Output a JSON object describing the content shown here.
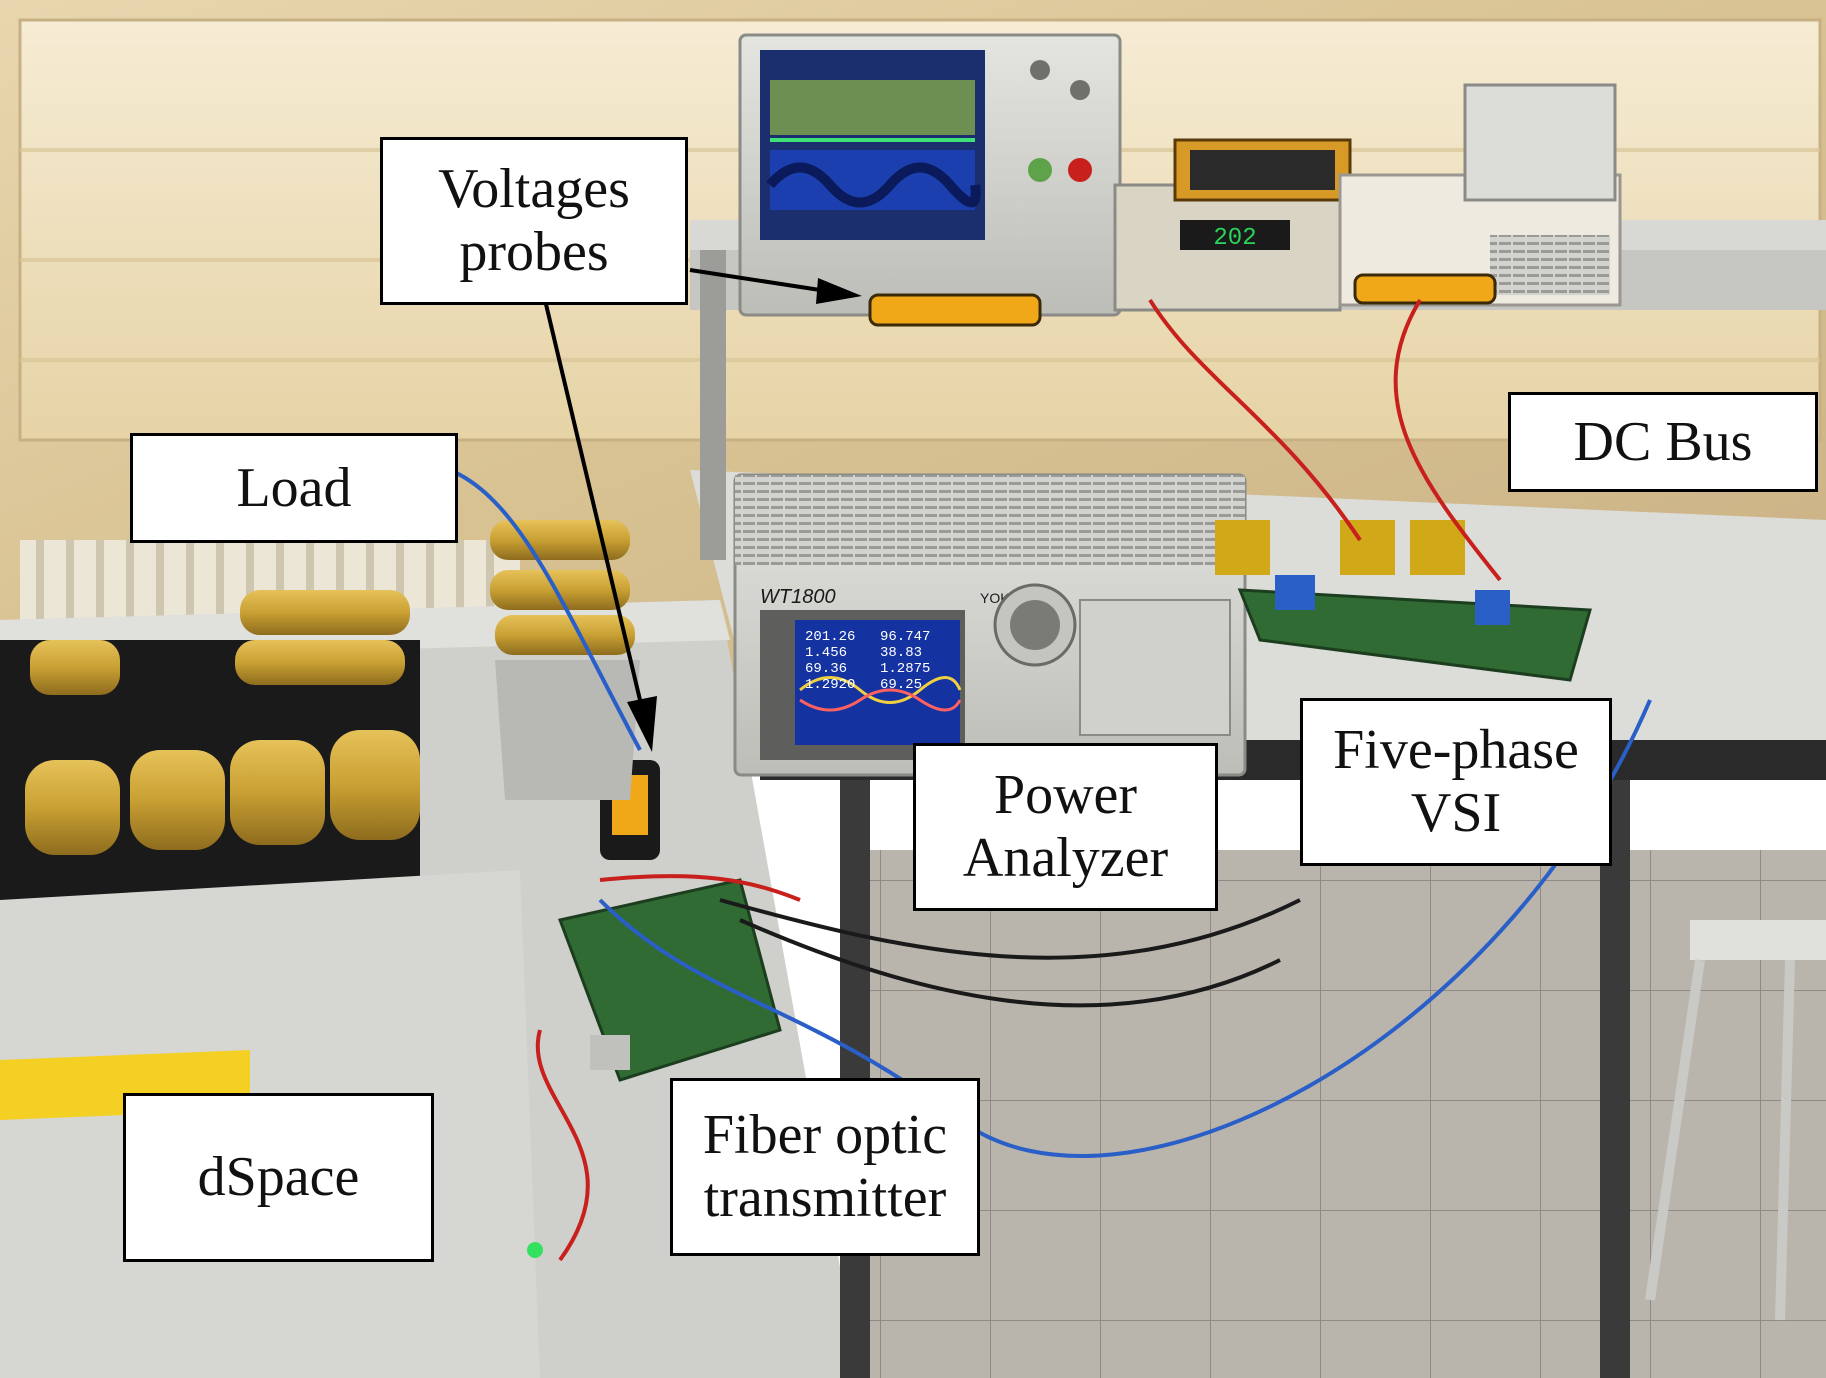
{
  "figure": {
    "labels": {
      "voltages_probes": [
        "Voltages",
        "probes"
      ],
      "load": "Load",
      "dc_bus": "DC Bus",
      "power_analyzer": [
        "Power",
        "Analyzer"
      ],
      "five_phase_vsi": [
        "Five-phase",
        "VSI"
      ],
      "dspace": "dSpace",
      "fiber_optic_transmitter": [
        "Fiber optic",
        "transmitter"
      ]
    },
    "instrument_screens": {
      "analyzer_brand": "WT1800",
      "analyzer_vendor": "YOKOGAWA",
      "analyzer_readings": [
        "201.26",
        "1.456",
        "69.36",
        "1.2920",
        "96.747",
        "38.83",
        "1.2875",
        "69.25"
      ],
      "power_supply_readout": "202"
    },
    "colors": {
      "accent_wire_red": "#c8201c",
      "cable_blue": "#2a5fc8",
      "resistor_gold": "#c9a033",
      "pcb_green": "#2f6b33",
      "probe_yellow": "#f0a818",
      "scope_screen": "#1c3fb0"
    }
  }
}
